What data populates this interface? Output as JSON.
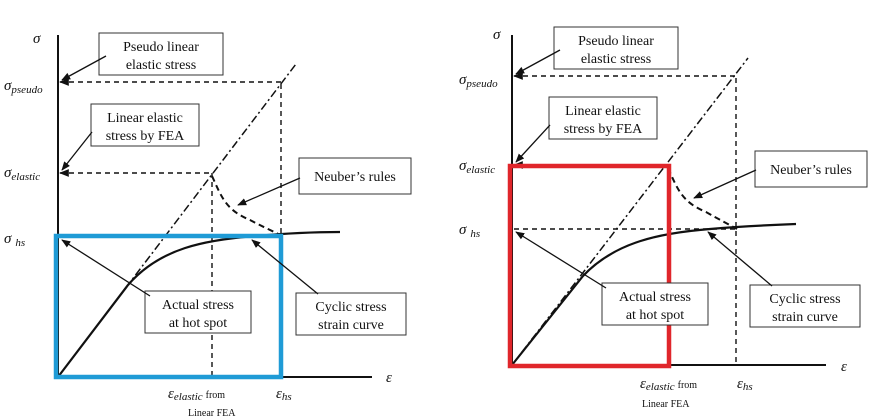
{
  "panels": [
    {
      "highlight_color": "#1f9bd6",
      "y_axis_symbol": "σ",
      "x_axis_symbol": "ε",
      "y_ticks": {
        "pseudo": {
          "main": "σ",
          "sub": "pseudo"
        },
        "elastic": {
          "main": "σ",
          "sub": "elastic"
        },
        "hs": {
          "main": "σ",
          "sub": "hs"
        }
      },
      "x_ticks": {
        "elastic": {
          "main": "ε",
          "sub": "elastic",
          "suffix": "from"
        },
        "elastic_note": "Linear FEA",
        "hs": {
          "main": "ε",
          "sub": "hs"
        }
      },
      "callouts": {
        "pseudo": [
          "Pseudo linear",
          "elastic stress"
        ],
        "elastic": [
          "Linear elastic",
          "stress by FEA"
        ],
        "neuber": [
          "Neuber’s rules"
        ],
        "actual": [
          "Actual stress",
          "at hot spot"
        ],
        "cyclic": [
          "Cyclic stress",
          "strain curve"
        ]
      }
    },
    {
      "highlight_color": "#e0262b",
      "y_axis_symbol": "σ",
      "x_axis_symbol": "ε",
      "y_ticks": {
        "pseudo": {
          "main": "σ",
          "sub": "pseudo"
        },
        "elastic": {
          "main": "σ",
          "sub": "elastic"
        },
        "hs": {
          "main": "σ",
          "sub": "hs"
        }
      },
      "x_ticks": {
        "elastic": {
          "main": "ε",
          "sub": "elastic",
          "suffix": "from"
        },
        "elastic_note": "Linear FEA",
        "hs": {
          "main": "ε",
          "sub": "hs"
        }
      },
      "callouts": {
        "pseudo": [
          "Pseudo linear",
          "elastic stress"
        ],
        "elastic": [
          "Linear elastic",
          "stress by FEA"
        ],
        "neuber": [
          "Neuber’s rules"
        ],
        "actual": [
          "Actual stress",
          "at hot spot"
        ],
        "cyclic": [
          "Cyclic stress",
          "strain curve"
        ]
      }
    }
  ]
}
